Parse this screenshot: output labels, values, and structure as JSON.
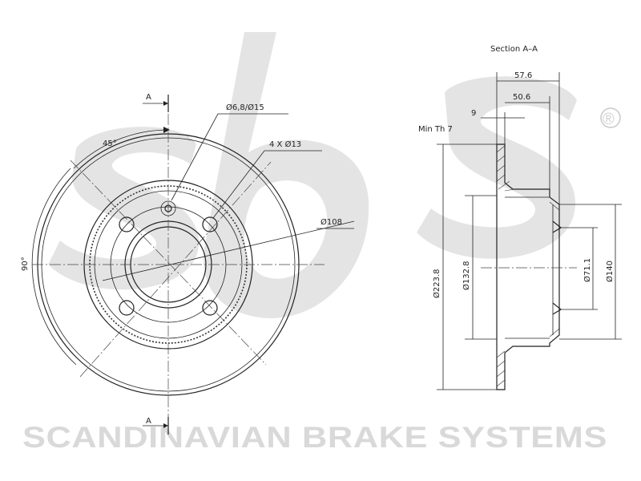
{
  "brand": {
    "watermark_letters": "sbs",
    "registered_mark": "®",
    "company_name": "SCANDINAVIAN BRAKE SYSTEMS",
    "watermark_color": "#e4e4e4"
  },
  "front_view": {
    "section_marker_top": "A",
    "section_marker_bottom": "A",
    "angle_label": "45°",
    "right_angle_label": "90°",
    "hole_label": "Ø6,8/Ø15",
    "bolt_label": "4 X Ø13",
    "pcd_label": "Ø108"
  },
  "section_view": {
    "title": "Section A–A",
    "dim_total_width": "57.6",
    "dim_hat_depth": "50.6",
    "dim_thickness": "9",
    "min_thickness": "Min Th 7",
    "dim_outer_diameter": "Ø223.8",
    "dim_friction_inner": "Ø132.8",
    "dim_center_bore": "Ø71.1",
    "dim_hat_diameter": "Ø140"
  }
}
